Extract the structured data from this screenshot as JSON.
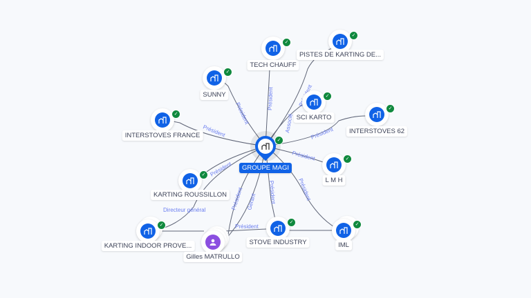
{
  "center": {
    "name": "GROUPE MAGI"
  },
  "nodes": {
    "tech_chauff": "TECH CHAUFF",
    "pistes": "PISTES DE KARTING DE...",
    "sunny": "SUNNY",
    "sci_karto": "SCI KARTO",
    "interstoves_france": "INTERSTOVES FRANCE",
    "interstoves_62": "INTERSTOVES 62",
    "karting_roussillon": "KARTING ROUSSILLON",
    "lmh": "L M H",
    "karting_indoor": "KARTING INDOOR PROVE...",
    "gilles": "Gilles MATRULLO",
    "stove_industry": "STOVE INDUSTRY",
    "iml": "IML"
  },
  "edges": {
    "president": "Président",
    "associe": "Associé",
    "directeur": "Directeur général",
    "gerant": "Gérant"
  },
  "colors": {
    "accent": "#1062e6",
    "verified": "#10893e",
    "person": "#8b4fe0",
    "edge_label": "#6b7ef0"
  }
}
